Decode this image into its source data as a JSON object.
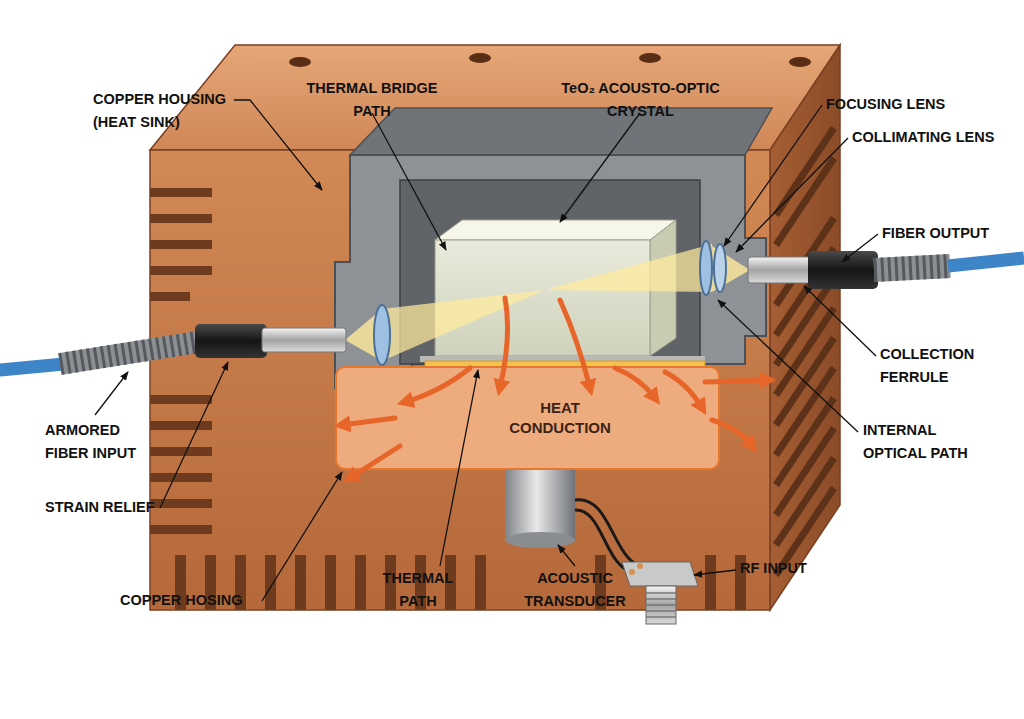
{
  "diagram": {
    "nodes": [
      {
        "text": [
          "HEAT CONDUCTION"
        ]
      }
    ],
    "labels": [
      "COPPER HOUSING (HEAT SINK)",
      "THERMAL BRIDGE PATH",
      "TeO₂ ACOUSTO-OPTIC CRYSTAL",
      "FOCUSING LENS",
      "COLLIMATING LENS",
      "FIBER OUTPUT",
      "COLLECTION FERRULE",
      "ARMORED FIBER INPUT",
      "INTERNAL OPTICAL PATH",
      "STRAIN RELIEF",
      "RF INPUT",
      "COPPER HOSING",
      "THERMAL PATH",
      "ACOUSTIC TRANSDUCER"
    ]
  }
}
